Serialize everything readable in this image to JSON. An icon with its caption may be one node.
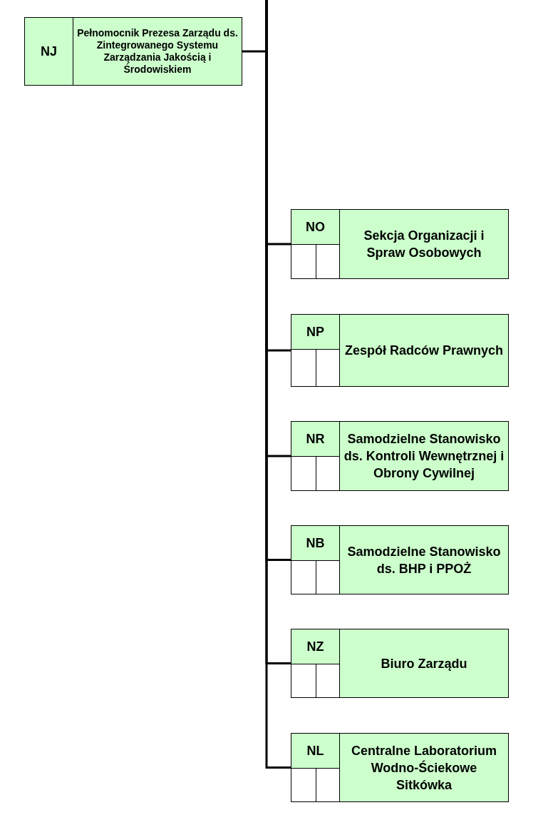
{
  "diagram": {
    "nodes": [
      {
        "text": [
          "NJ",
          "Pełnomocnik Prezesa Zarządu ds. Zintegrowanego Systemu Zarządzania Jakością i Środowiskiem"
        ]
      },
      {
        "text": [
          "NO",
          "Sekcja Organizacji i Spraw Osobowych"
        ]
      },
      {
        "text": [
          "NP",
          "Zespół Radców Prawnych"
        ]
      },
      {
        "text": [
          "NR",
          "Samodzielne Stanowisko ds. Kontroli Wewnętrznej i Obrony Cywilnej"
        ]
      },
      {
        "text": [
          "NB",
          "Samodzielne Stanowisko ds. BHP i PPOŻ"
        ]
      },
      {
        "text": [
          "NZ",
          "Biuro Zarządu"
        ]
      },
      {
        "text": [
          "NL",
          "Centralne Laboratorium Wodno-Ściekowe Sitkówka"
        ]
      }
    ],
    "edges": [
      {
        "from": null,
        "to": 0,
        "arrow": "none"
      },
      {
        "from": null,
        "to": 1,
        "arrow": "none"
      },
      {
        "from": null,
        "to": 2,
        "arrow": "none"
      },
      {
        "from": null,
        "to": 3,
        "arrow": "none"
      },
      {
        "from": null,
        "to": 4,
        "arrow": "none"
      },
      {
        "from": null,
        "to": 5,
        "arrow": "none"
      },
      {
        "from": null,
        "to": 6,
        "arrow": "none"
      }
    ]
  }
}
